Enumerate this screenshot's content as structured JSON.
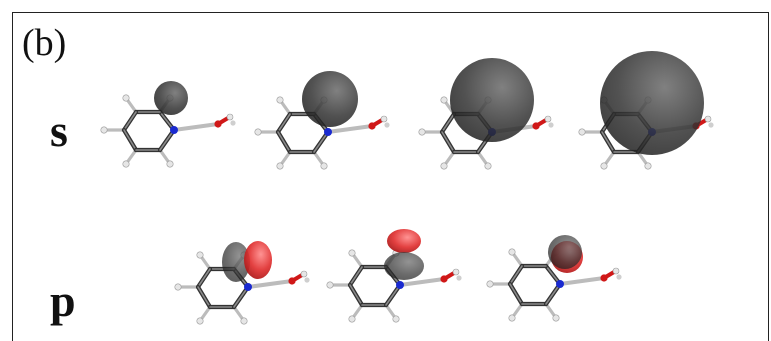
{
  "panel_label": "(b)",
  "rows": [
    {
      "label": "s",
      "count": 4
    },
    {
      "label": "p",
      "count": 3
    }
  ],
  "colors": {
    "lobe_dark": "#3a3a3a",
    "lobe_red": "#e03030",
    "bond_dark": "#333333",
    "bond_light": "#bcbcbc",
    "nitrogen": "#1a2ad0",
    "oxygen": "#d01818",
    "hydrogen": "#e6e6e6"
  }
}
